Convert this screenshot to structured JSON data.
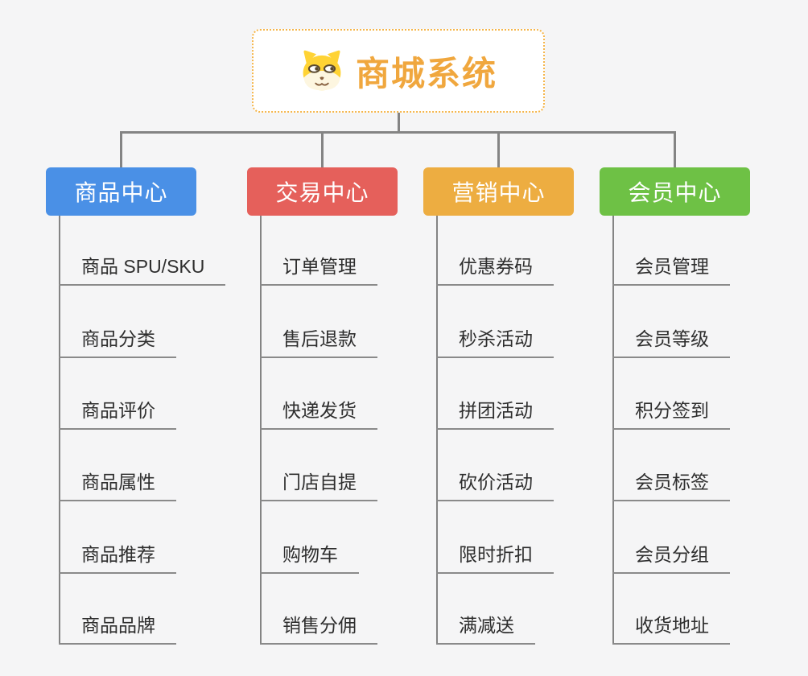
{
  "root": {
    "title": "商城系统",
    "icon": "dog-face-icon"
  },
  "branches": [
    {
      "label": "商品中心",
      "color": "#4a90e6",
      "children": [
        "商品 SPU/SKU",
        "商品分类",
        "商品评价",
        "商品属性",
        "商品推荐",
        "商品品牌"
      ]
    },
    {
      "label": "交易中心",
      "color": "#e5605b",
      "children": [
        "订单管理",
        "售后退款",
        "快递发货",
        "门店自提",
        "购物车",
        "销售分佣"
      ]
    },
    {
      "label": "营销中心",
      "color": "#edad41",
      "children": [
        "优惠券码",
        "秒杀活动",
        "拼团活动",
        "砍价活动",
        "限时折扣",
        "满减送"
      ]
    },
    {
      "label": "会员中心",
      "color": "#6ec145",
      "children": [
        "会员管理",
        "会员等级",
        "积分签到",
        "会员标签",
        "会员分组",
        "收货地址"
      ]
    }
  ],
  "colors": {
    "background": "#f5f5f6",
    "root_text": "#f0a73e",
    "root_border": "#f5b54a",
    "connector": "#848484",
    "child_text": "#2e2e2e",
    "icon_yellow": "#ffd335",
    "icon_muzzle": "#fdf6e0",
    "icon_dark": "#5b4a2f"
  }
}
